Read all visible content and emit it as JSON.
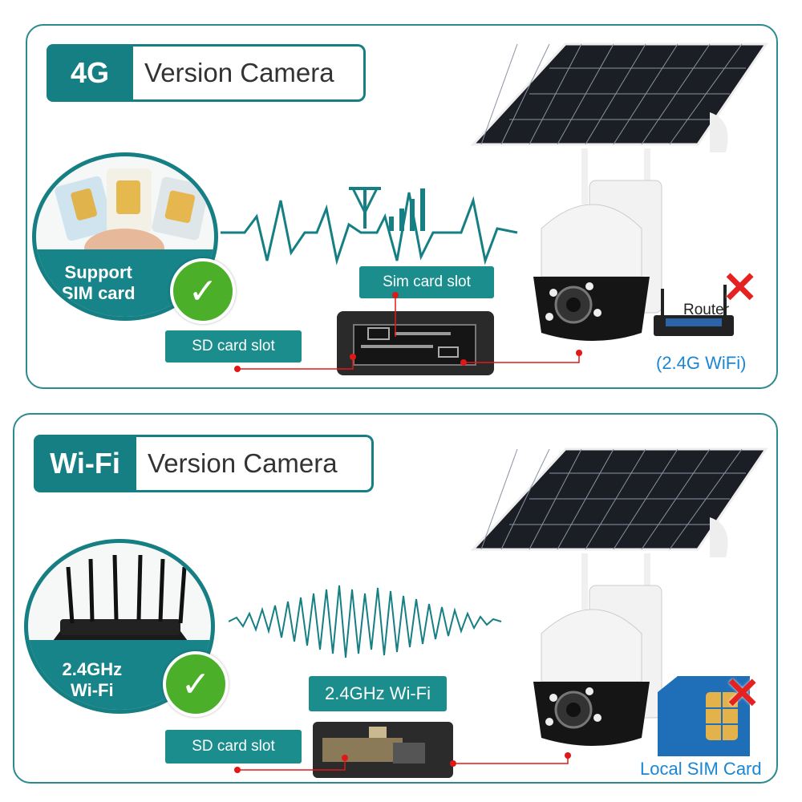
{
  "section_4g": {
    "tag": "4G",
    "title": "Version Camera",
    "support_text_line1": "Support",
    "support_text_line2": "SIM card",
    "sim_slot_label": "Sim card slot",
    "sd_slot_label": "SD card slot",
    "router_label": "Router",
    "router_sub": "(2.4G WiFi)"
  },
  "section_wifi": {
    "tag": "Wi-Fi",
    "title": "Version Camera",
    "circle_line1": "2.4GHz",
    "circle_line2": "Wi-Fi",
    "wifi_label": "2.4GHz Wi-Fi",
    "sd_slot_label": "SD card slot",
    "sim_label": "Local SIM Card"
  },
  "colors": {
    "teal": "#167f83",
    "check_green": "#4caf2a",
    "cross_red": "#e52222",
    "blue_text": "#1b86d4"
  },
  "icons": [
    "sim-card-icon",
    "signal-tower-icon",
    "solar-camera-icon",
    "router-icon",
    "check-icon",
    "cross-icon",
    "wave-icon"
  ]
}
